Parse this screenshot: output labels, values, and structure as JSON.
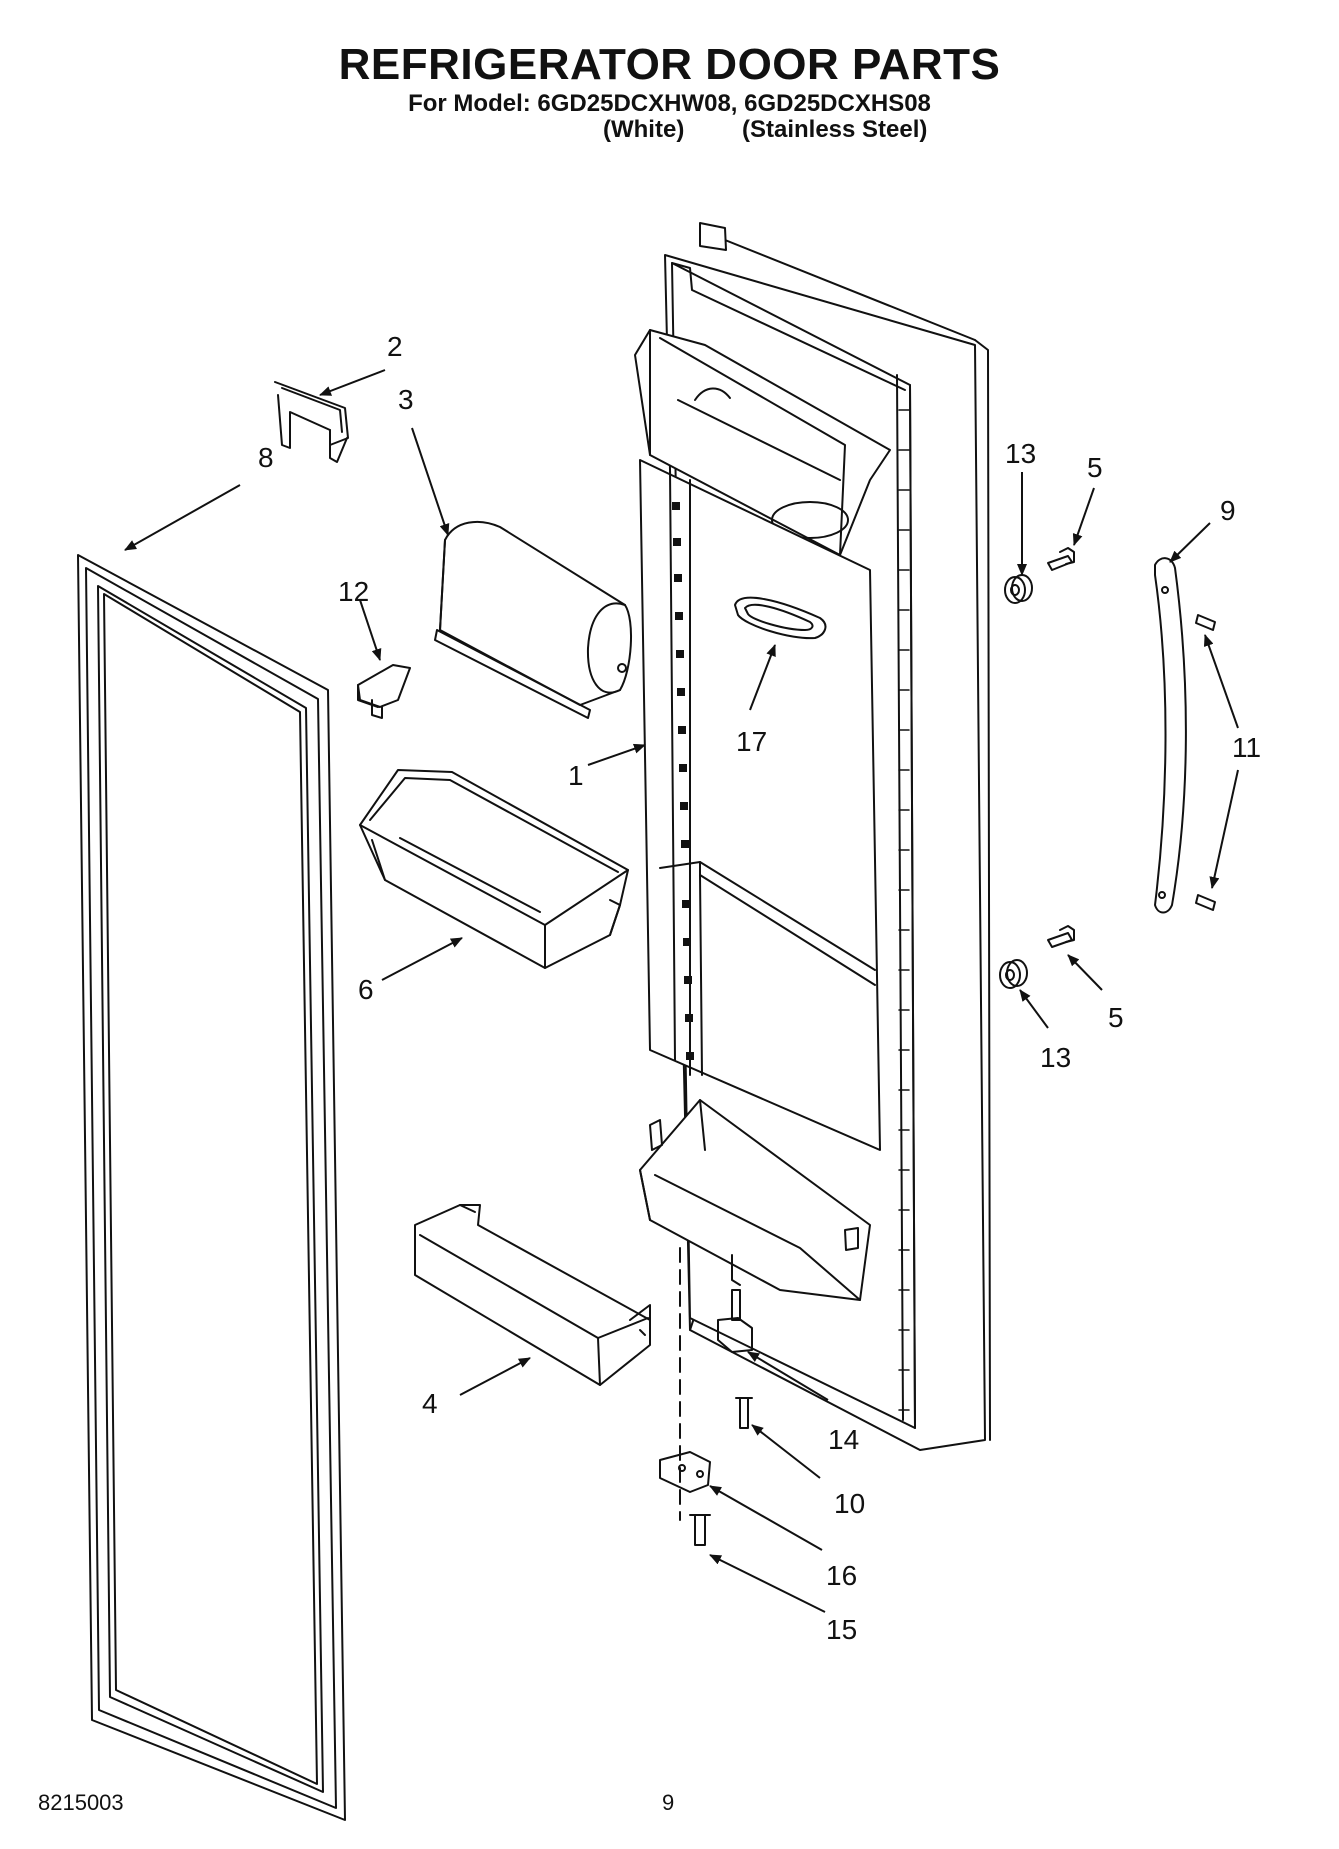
{
  "header": {
    "title": "REFRIGERATOR DOOR PARTS",
    "subtitle": "For Model: 6GD25DCXHW08, 6GD25DCXHS08",
    "variant_white": "(White)",
    "variant_stainless": "(Stainless Steel)"
  },
  "callouts": {
    "c1": "1",
    "c2": "2",
    "c3": "3",
    "c4": "4",
    "c5a": "5",
    "c5b": "5",
    "c6": "6",
    "c8": "8",
    "c9": "9",
    "c10": "10",
    "c11": "11",
    "c12": "12",
    "c13a": "13",
    "c13b": "13",
    "c14": "14",
    "c15": "15",
    "c16": "16",
    "c17": "17"
  },
  "footer": {
    "doc_number": "8215003",
    "page_number": "9"
  }
}
